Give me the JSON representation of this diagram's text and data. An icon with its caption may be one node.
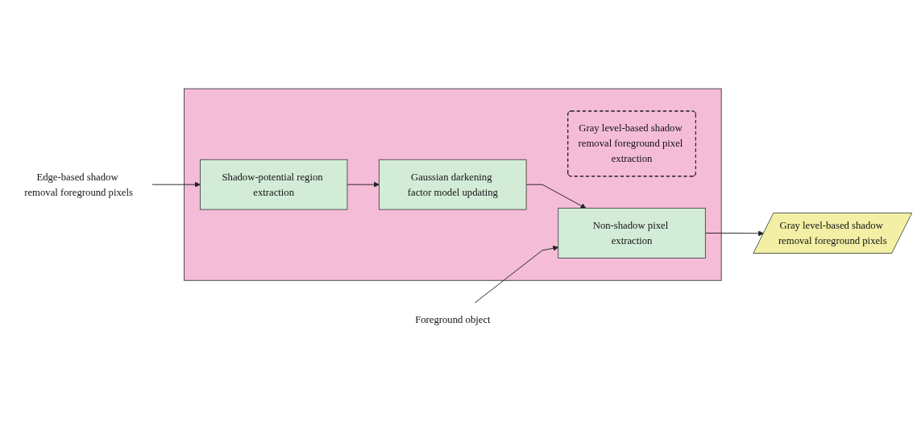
{
  "diagram": {
    "nodes": [
      {
        "text": [
          "Edge-based shadow removal foreground pixels"
        ]
      },
      {
        "text": [],
        "shape": "box"
      },
      {
        "text": [
          "Gray level-based shadow removal foreground pixel extraction"
        ],
        "in": 1
      },
      {
        "text": [
          "Shadow-potential region extraction"
        ],
        "in": 1
      },
      {
        "text": [
          "Gaussian darkening factor model updating"
        ],
        "in": 1
      },
      {
        "text": [
          "Foreground object"
        ]
      },
      {
        "text": [
          "Non-shadow pixel extraction"
        ],
        "in": 1
      },
      {
        "text": [
          "Gray level-based shadow removal foreground pixels"
        ]
      }
    ],
    "edges": [
      {
        "from": 0,
        "to": 3,
        "arrow": "to"
      },
      {
        "from": 3,
        "to": 4,
        "arrow": "to"
      },
      {
        "from": 4,
        "to": 6,
        "arrow": "to"
      },
      {
        "from": 5,
        "to": 6,
        "arrow": "to"
      },
      {
        "from": 6,
        "to": 7,
        "arrow": "to"
      }
    ]
  }
}
